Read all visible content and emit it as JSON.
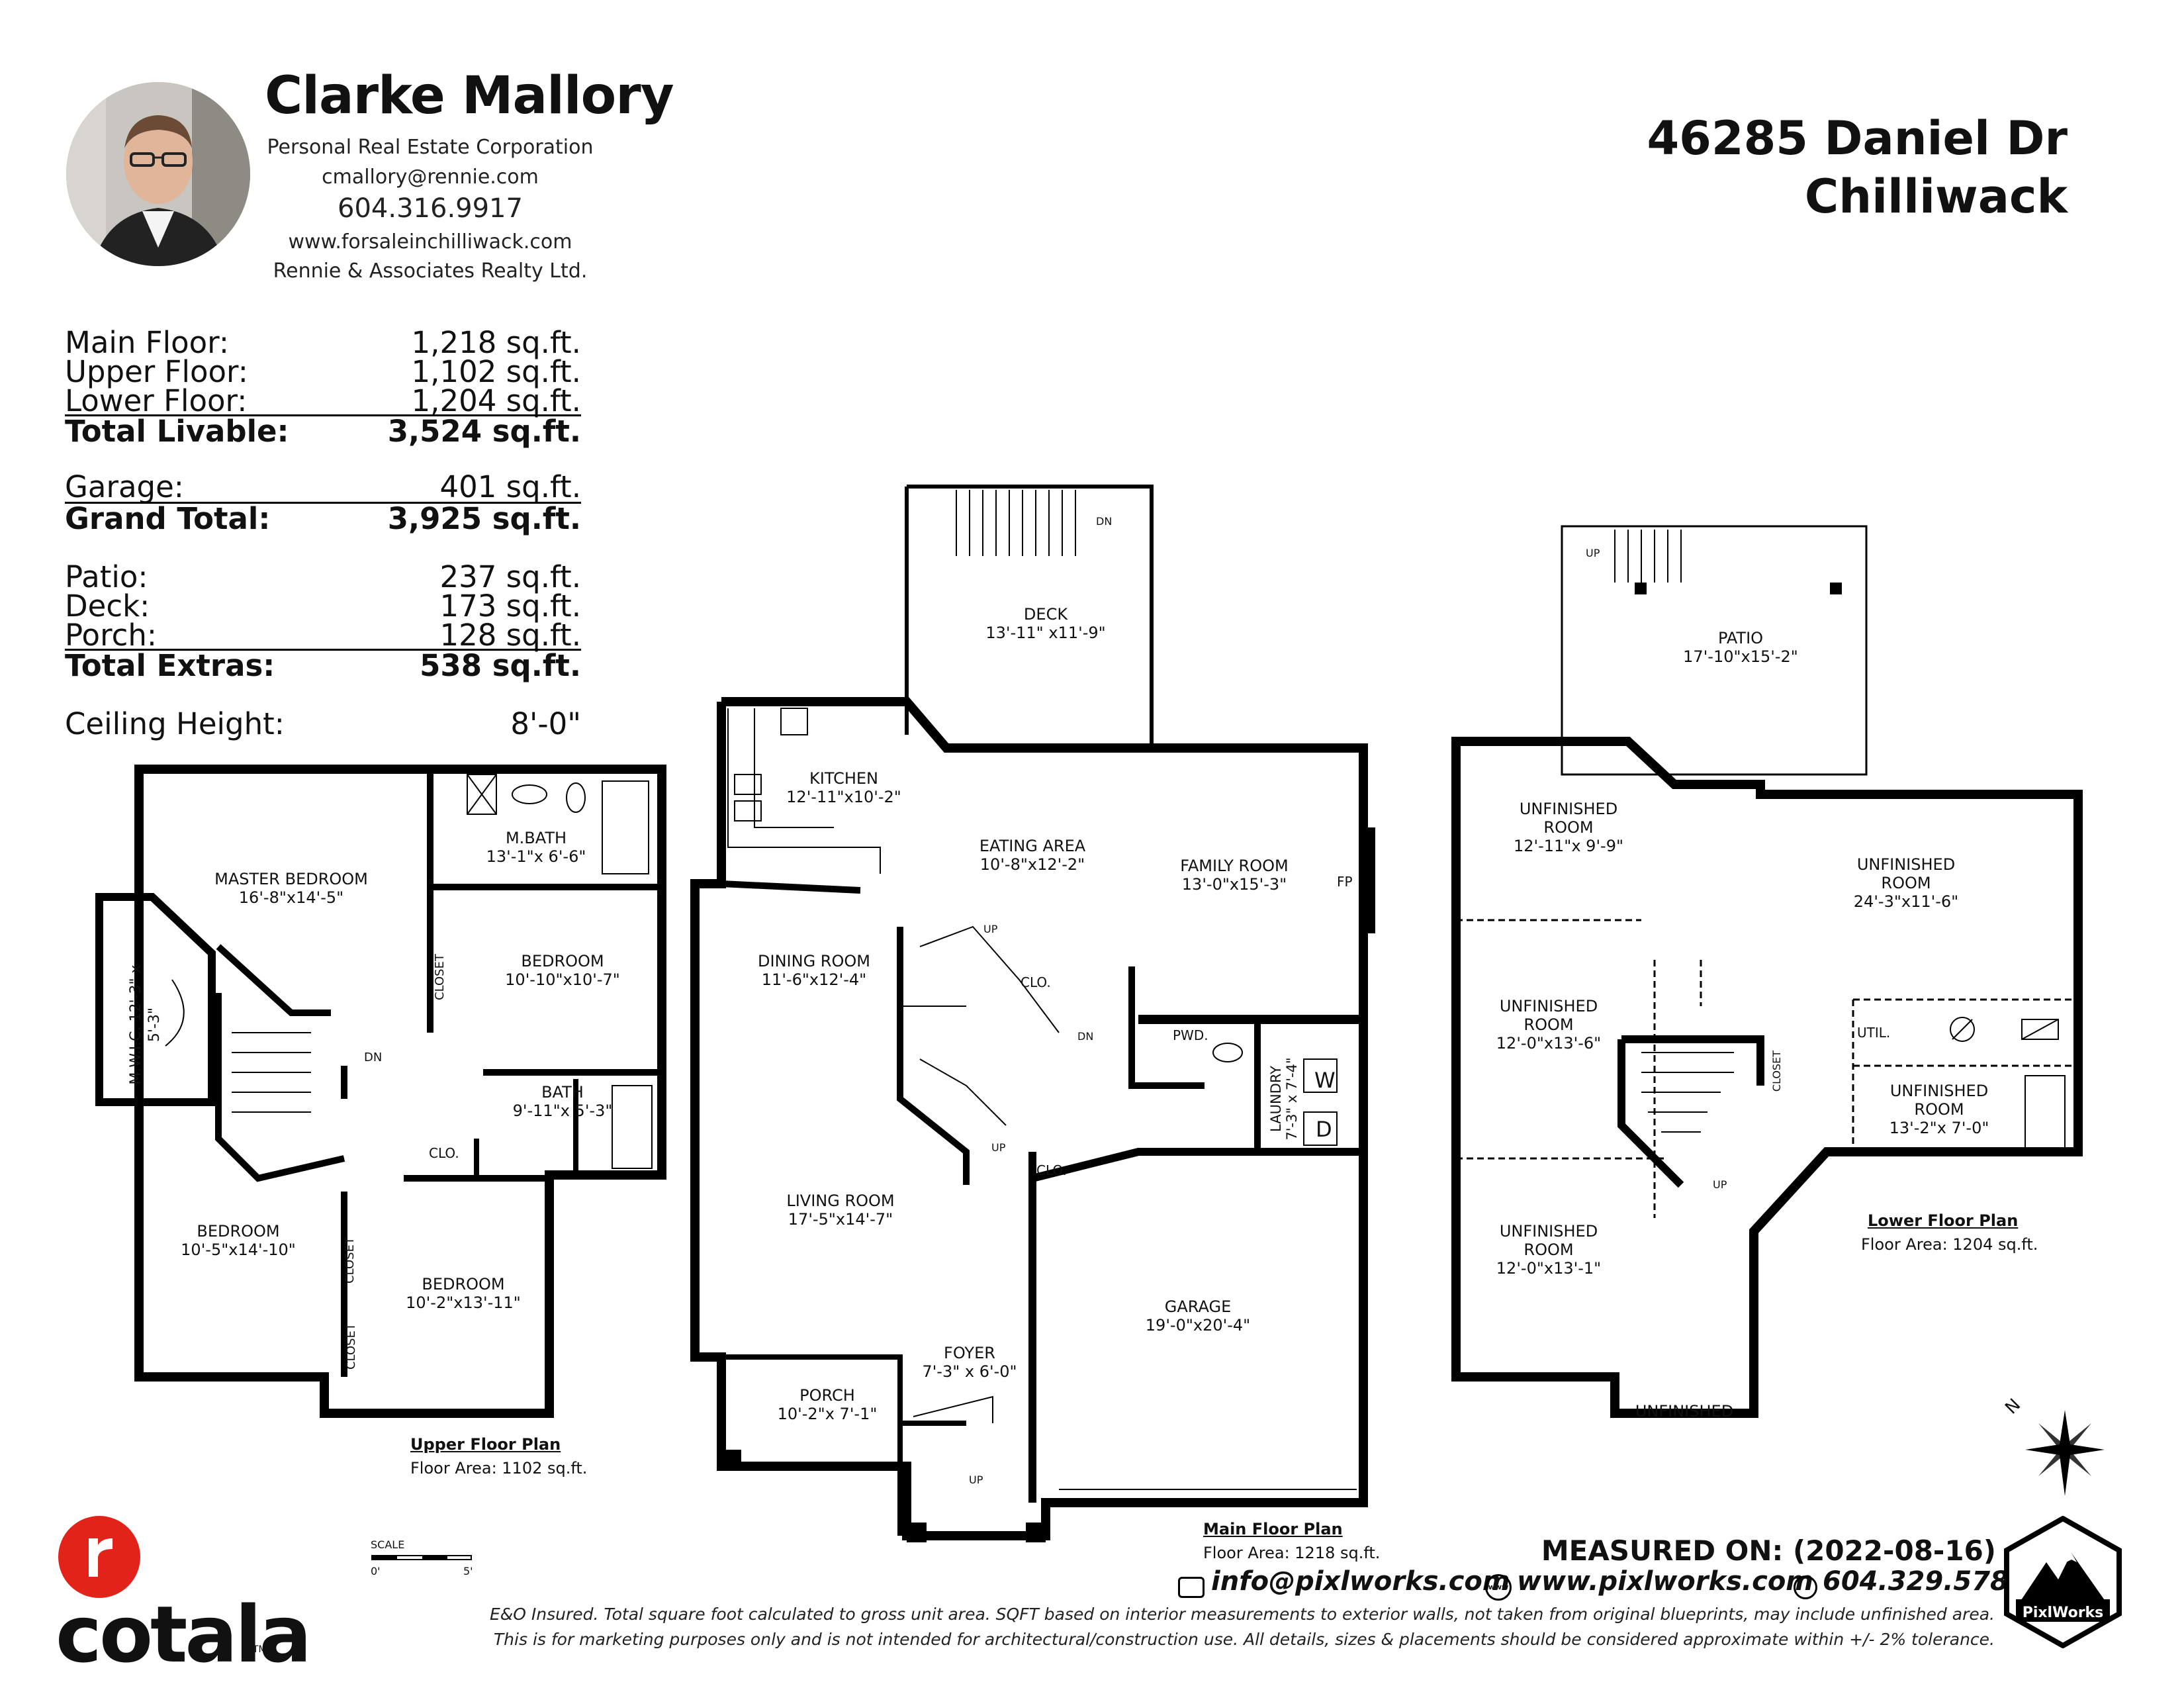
{
  "agent": {
    "name": "Clarke Mallory",
    "title": "Personal Real Estate Corporation",
    "email": "cmallory@rennie.com",
    "phone": "604.316.9917",
    "website": "www.forsaleinchilliwack.com",
    "brokerage": "Rennie & Associates Realty Ltd."
  },
  "property": {
    "street": "46285 Daniel Dr",
    "city": "Chilliwack"
  },
  "areas": {
    "main_floor": {
      "label": "Main Floor:",
      "value": "1,218 sq.ft."
    },
    "upper_floor": {
      "label": "Upper Floor:",
      "value": "1,102 sq.ft."
    },
    "lower_floor": {
      "label": "Lower Floor:",
      "value": "1,204 sq.ft."
    },
    "total_livable": {
      "label": "Total Livable:",
      "value": "3,524 sq.ft."
    },
    "garage": {
      "label": "Garage:",
      "value": "401 sq.ft."
    },
    "grand_total": {
      "label": "Grand Total:",
      "value": "3,925 sq.ft."
    },
    "patio": {
      "label": "Patio:",
      "value": "237 sq.ft."
    },
    "deck": {
      "label": "Deck:",
      "value": "173 sq.ft."
    },
    "porch": {
      "label": "Porch:",
      "value": "128 sq.ft."
    },
    "total_extras": {
      "label": "Total Extras:",
      "value": "538 sq.ft."
    },
    "ceiling": {
      "label": "Ceiling Height:",
      "value": "8'-0\""
    }
  },
  "upper_plan": {
    "caption": "Upper Floor Plan",
    "area": "Floor Area: 1102 sq.ft.",
    "rooms": {
      "master_name": "MASTER BEDROOM",
      "master_dim": "16'-8\"x14'-5\"",
      "mbath_name": "M.BATH",
      "mbath_dim": "13'-1\"x 6'-6\"",
      "bed2_name": "BEDROOM",
      "bed2_dim": "10'-10\"x10'-7\"",
      "bath_name": "BATH",
      "bath_dim": "9'-11\"x 5'-3\"",
      "bed3_name": "BEDROOM",
      "bed3_dim": "10'-5\"x14'-10\"",
      "bed4_name": "BEDROOM",
      "bed4_dim": "10'-2\"x13'-11\"",
      "mwic": "M.W.I.C.",
      "mwic_dim": "12'-3\" x 5'-3\"",
      "closet": "CLOSET",
      "clo": "CLO.",
      "dn": "DN"
    }
  },
  "main_plan": {
    "caption": "Main Floor Plan",
    "area": "Floor Area: 1218 sq.ft.",
    "rooms": {
      "deck_name": "DECK",
      "deck_dim": "13'-11\" x11'-9\"",
      "kitchen_name": "KITCHEN",
      "kitchen_dim": "12'-11\"x10'-2\"",
      "eating_name": "EATING AREA",
      "eating_dim": "10'-8\"x12'-2\"",
      "family_name": "FAMILY ROOM",
      "family_dim": "13'-0\"x15'-3\"",
      "dining_name": "DINING ROOM",
      "dining_dim": "11'-6\"x12'-4\"",
      "living_name": "LIVING ROOM",
      "living_dim": "17'-5\"x14'-7\"",
      "foyer_name": "FOYER",
      "foyer_dim": "7'-3\" x 6'-0\"",
      "porch_name": "PORCH",
      "porch_dim": "10'-2\"x 7'-1\"",
      "garage_name": "GARAGE",
      "garage_dim": "19'-0\"x20'-4\"",
      "laundry": "LAUNDRY",
      "laundry_dim": "7'-3\" x 7'-4\"",
      "pwd": "PWD.",
      "clo": "CLO.",
      "fp": "FP",
      "up": "UP",
      "dn": "DN",
      "w": "W",
      "d": "D"
    }
  },
  "lower_plan": {
    "caption": "Lower Floor Plan",
    "area": "Floor Area: 1204 sq.ft.",
    "rooms": {
      "patio_name": "PATIO",
      "patio_dim": "17'-10\"x15'-2\"",
      "unf1_name": "UNFINISHED",
      "unf1_name2": "ROOM",
      "unf1_dim": "12'-11\"x 9'-9\"",
      "unf2_name": "UNFINISHED",
      "unf2_name2": "ROOM",
      "unf2_dim": "24'-3\"x11'-6\"",
      "unf3_name": "UNFINISHED",
      "unf3_name2": "ROOM",
      "unf3_dim": "12'-0\"x13'-6\"",
      "unf4_name": "UNFINISHED",
      "unf4_name2": "ROOM",
      "unf4_dim": "13'-2\"x 7'-0\"",
      "unf5_name": "UNFINISHED",
      "unf5_name2": "ROOM",
      "unf5_dim": "12'-0\"x13'-1\"",
      "unf6_name": "UNFINISHED",
      "util": "UTIL.",
      "closet": "CLOSET",
      "up": "UP"
    }
  },
  "scale": {
    "label": "SCALE",
    "start": "0'",
    "end": "5'"
  },
  "compass": {
    "north": "N"
  },
  "measured": "MEASURED ON: (2022-08-16)",
  "contact": {
    "email": "info@pixlworks.com",
    "web": "www.pixlworks.com",
    "phone": "604.329.5788",
    "www_icon": "www"
  },
  "disclaimer": {
    "line1": "E&O Insured.  Total square foot calculated to gross unit area. SQFT based on interior measurements to exterior walls, not taken from original blueprints, may include unfinished area.",
    "line2": "This is for marketing purposes only and is not intended for architectural/construction use.  All details, sizes & placements should be considered approximate within +/- 2%  tolerance."
  },
  "brand": {
    "name": "cotala",
    "tm": "TM",
    "badge": "PixlWorks",
    "accent": "#e2231a"
  }
}
